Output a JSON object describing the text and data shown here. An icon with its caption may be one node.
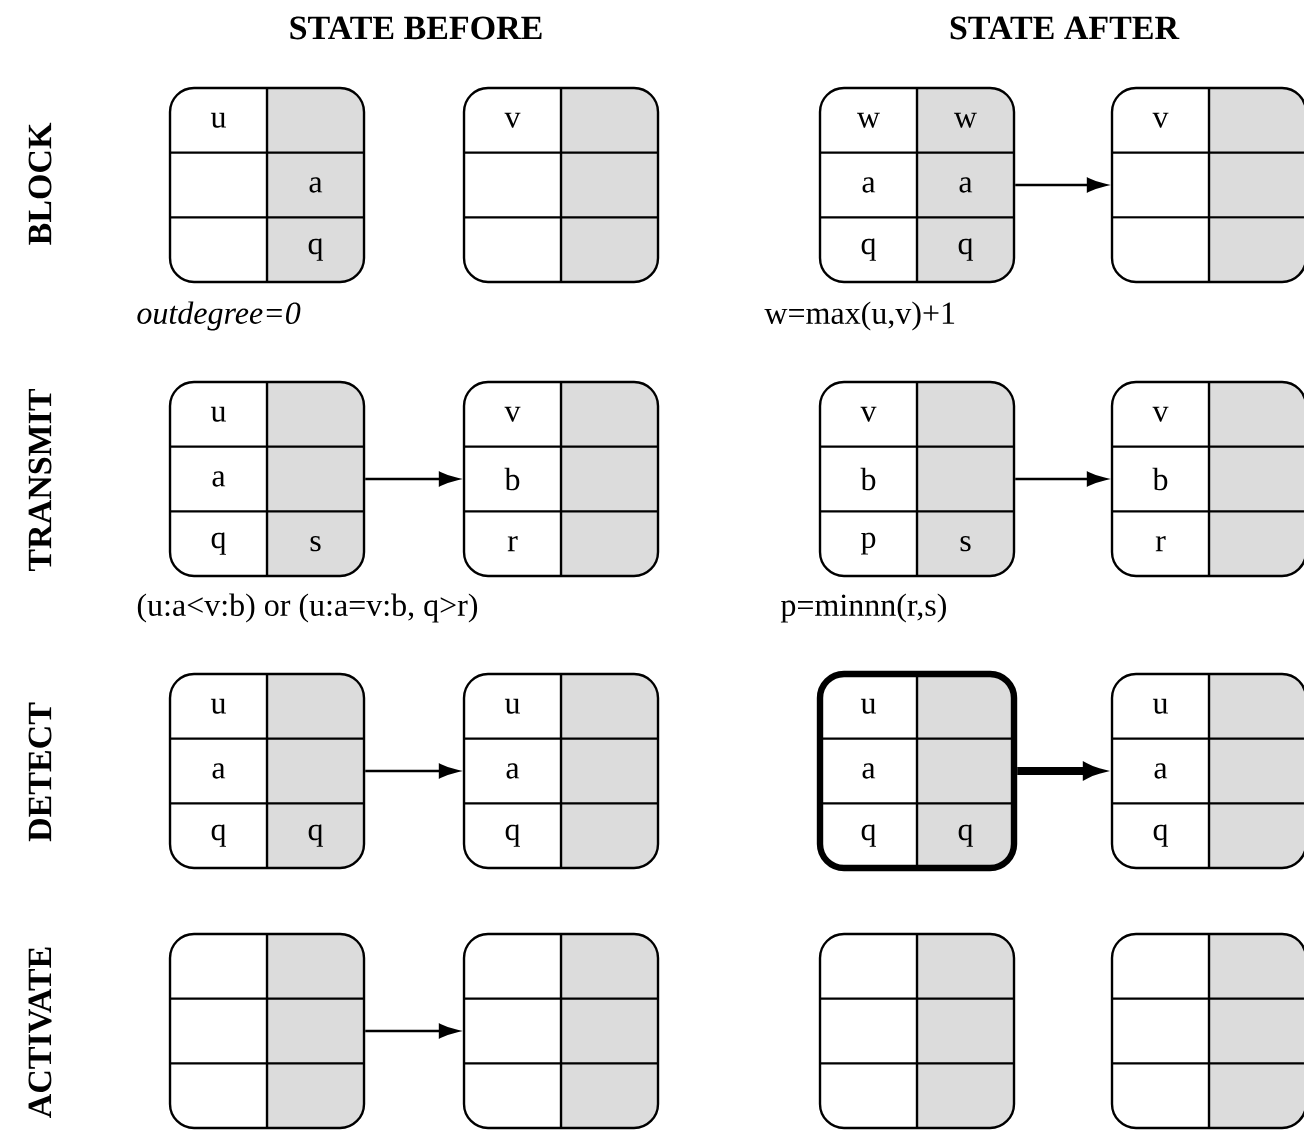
{
  "diagram": {
    "nodes": [
      {
        "text": [
          "u",
          "a",
          "q"
        ]
      },
      {
        "text": [
          "v"
        ]
      },
      {
        "text": [
          "w",
          "w",
          "a",
          "a",
          "q",
          "q"
        ]
      },
      {
        "text": [
          "v"
        ]
      },
      {
        "text": [
          "u",
          "a",
          "q",
          "s"
        ]
      },
      {
        "text": [
          "v",
          "b",
          "r"
        ]
      },
      {
        "text": [
          "v",
          "b",
          "p",
          "s"
        ]
      },
      {
        "text": [
          "v",
          "b",
          "r"
        ]
      },
      {
        "text": [
          "u",
          "a",
          "q",
          "q"
        ]
      },
      {
        "text": [
          "u",
          "a",
          "q"
        ]
      },
      {
        "text": [
          "u",
          "a",
          "q",
          "q"
        ]
      },
      {
        "text": [
          "u",
          "a",
          "q"
        ]
      },
      {
        "text": [],
        "shape": "box"
      },
      {
        "text": [],
        "shape": "box"
      },
      {
        "text": [],
        "shape": "box"
      },
      {
        "text": [],
        "shape": "box"
      }
    ],
    "edges": [
      {
        "from": 2,
        "to": 3,
        "arrow": "to"
      },
      {
        "from": 4,
        "to": 5,
        "arrow": "to"
      },
      {
        "from": 6,
        "to": 7,
        "arrow": "to"
      },
      {
        "from": 8,
        "to": 9,
        "arrow": "to"
      },
      {
        "from": 10,
        "to": 11,
        "arrow": "to",
        "style": "thick"
      },
      {
        "from": 12,
        "to": 13,
        "arrow": "to"
      }
    ],
    "labels": [
      "STATE BEFORE",
      "STATE AFTER",
      "BLOCK",
      "outdegree=0",
      "w=max(u,v)+1",
      "TRANSMIT",
      "(u:a<v:b) or (u:a=v:b, q>r)",
      "p=minnn(r,s)",
      "DETECT",
      "ACTIVATE"
    ]
  }
}
